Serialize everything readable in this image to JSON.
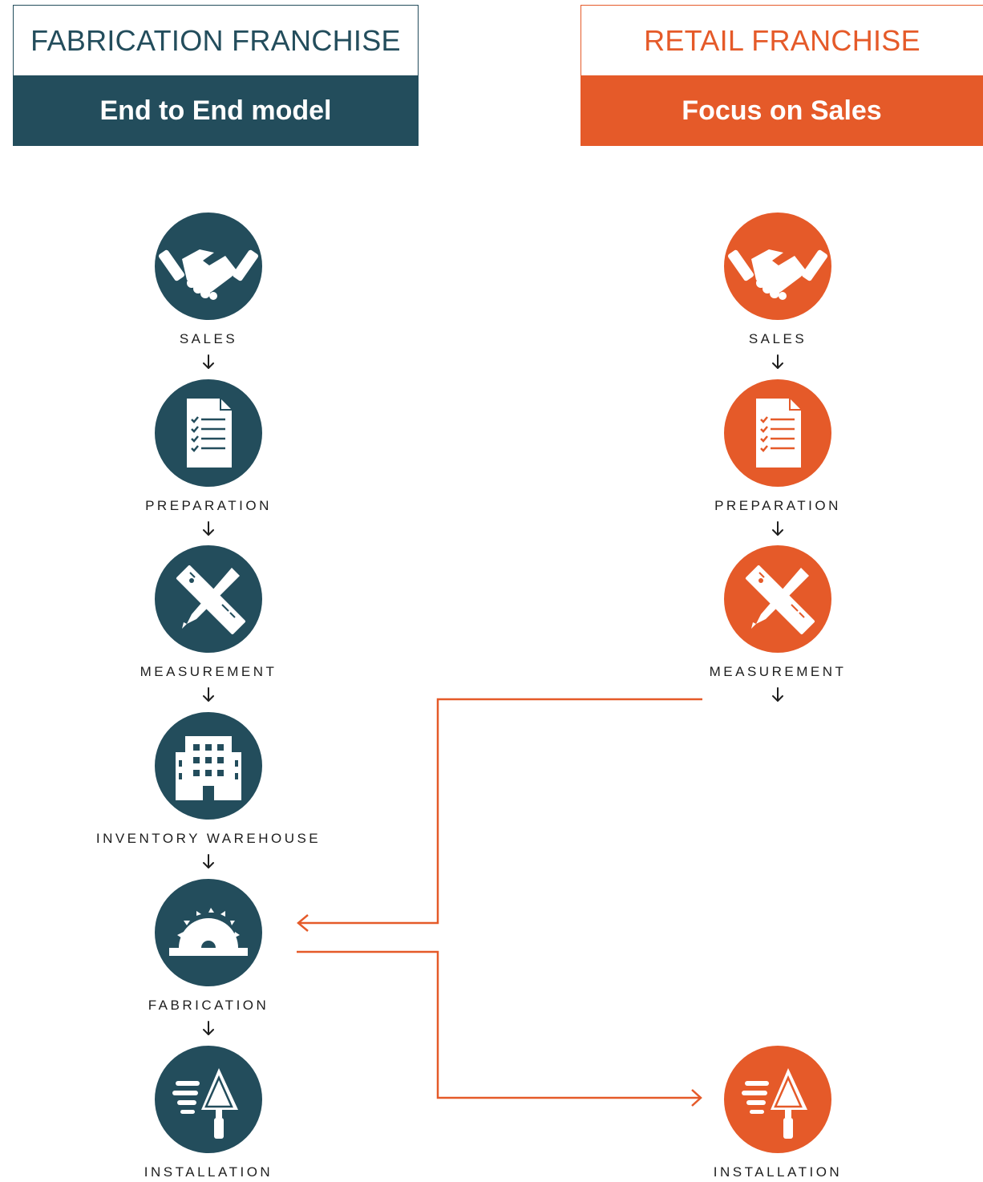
{
  "left": {
    "title": "FABRICATION FRANCHISE",
    "subtitle": "End to End model",
    "steps": [
      {
        "label": "SALES",
        "icon": "handshake-icon"
      },
      {
        "label": "PREPARATION",
        "icon": "checklist-document-icon"
      },
      {
        "label": "MEASUREMENT",
        "icon": "ruler-pencil-icon"
      },
      {
        "label": "INVENTORY WAREHOUSE",
        "icon": "building-icon"
      },
      {
        "label": "FABRICATION",
        "icon": "saw-blade-icon"
      },
      {
        "label": "INSTALLATION",
        "icon": "trowel-icon"
      }
    ]
  },
  "right": {
    "title": "RETAIL FRANCHISE",
    "subtitle": "Focus on Sales",
    "steps": [
      {
        "label": "SALES",
        "icon": "handshake-icon"
      },
      {
        "label": "PREPARATION",
        "icon": "checklist-document-icon"
      },
      {
        "label": "MEASUREMENT",
        "icon": "ruler-pencil-icon"
      },
      {
        "label": "INSTALLATION",
        "icon": "trowel-icon"
      }
    ]
  },
  "colors": {
    "teal": "#234d5c",
    "orange": "#e55a29",
    "text": "#1e1e1e"
  }
}
